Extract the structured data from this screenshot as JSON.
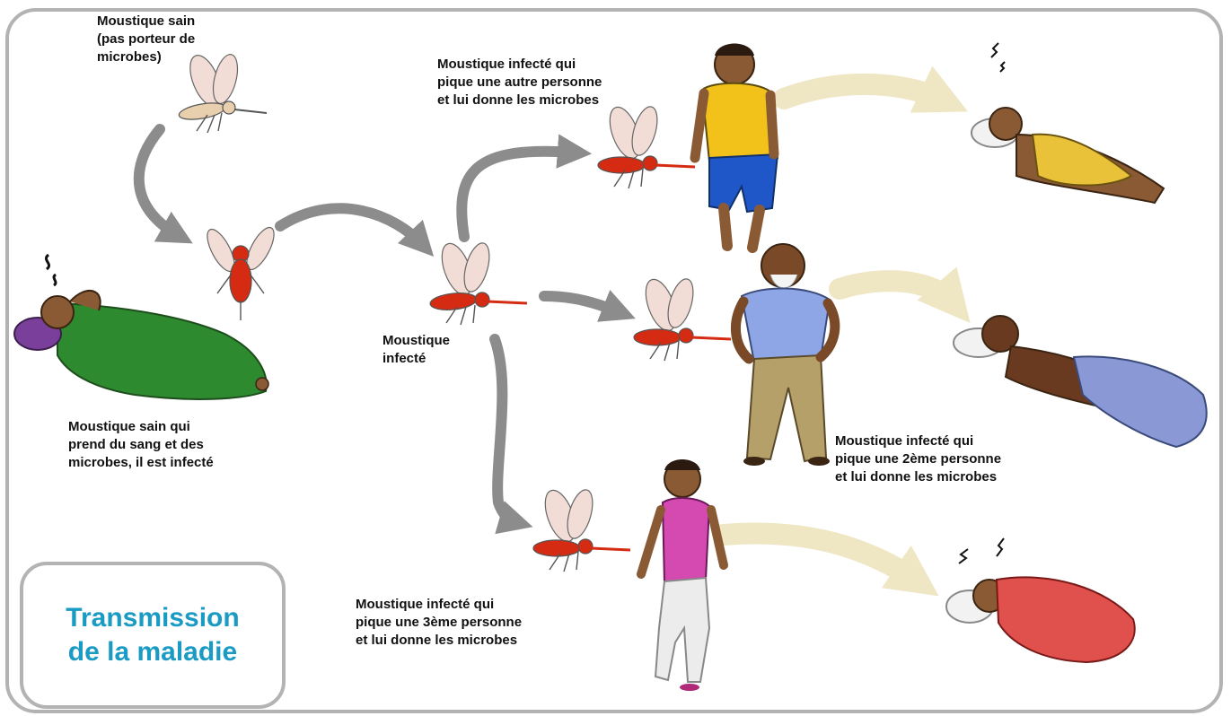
{
  "title": "Transmission\nde la maladie",
  "colors": {
    "frame": "#b3b3b3",
    "title": "#1a9bc4",
    "arrow_gray": "#8c8c8c",
    "arrow_beige": "#efe6c4",
    "mosquito_healthy": "#e8cfae",
    "mosquito_infected": "#d42b12",
    "wing": "#f1ddd5"
  },
  "labels": {
    "healthy": "Moustique sain\n(pas porteur de\nmicrobes)",
    "takes_blood": "Moustique sain qui\nprend du sang et des\nmicrobes, il est infecté",
    "infected": "Moustique\ninfecté",
    "bites_other": "Moustique infecté qui\npique une autre personne\net lui donne les microbes",
    "bites_2nd": "Moustique infecté qui\npique une 2ème personne\net lui donne les microbes",
    "bites_3rd": "Moustique infecté qui\npique une 3ème personne\net lui donne les microbes"
  },
  "figures": {
    "sick_start": {
      "shirt": "#2e8a2e",
      "pillow": "#7a3f9a"
    },
    "person_1": {
      "shirt": "#f2c21a",
      "pants": "#1f57c9"
    },
    "person_2": {
      "shirt": "#8ea6e6",
      "pants": "#b5a06a"
    },
    "person_3": {
      "shirt": "#d44ab0",
      "pants": "#ececec"
    },
    "sick_1": {
      "cloth": "#e9c23a"
    },
    "sick_2": {
      "cloth": "#8a98d6"
    },
    "sick_3": {
      "cloth": "#e0504c"
    }
  }
}
